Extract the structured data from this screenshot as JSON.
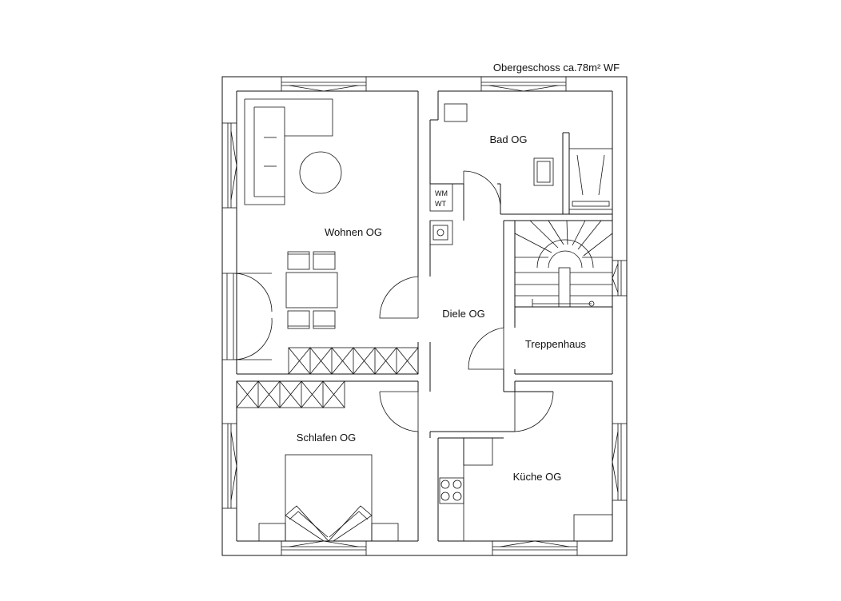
{
  "title": "Obergeschoss ca.78m² WF",
  "rooms": {
    "wohnen": "Wohnen OG",
    "bad": "Bad OG",
    "diele": "Diele OG",
    "treppenhaus": "Treppenhaus",
    "schlafen": "Schlafen OG",
    "kueche": "Küche OG"
  },
  "fixtures": {
    "wm": "WM",
    "wt": "WT"
  },
  "colors": {
    "line": "#111111",
    "background": "#ffffff"
  }
}
